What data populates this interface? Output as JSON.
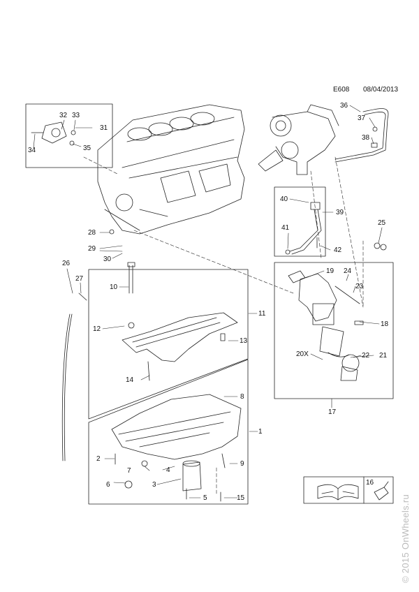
{
  "header": {
    "code": "E608",
    "date": "08/04/2013"
  },
  "callouts": [
    {
      "id": "c1",
      "text": "1"
    },
    {
      "id": "c2",
      "text": "2"
    },
    {
      "id": "c3",
      "text": "3"
    },
    {
      "id": "c4",
      "text": "4"
    },
    {
      "id": "c5",
      "text": "5"
    },
    {
      "id": "c6",
      "text": "6"
    },
    {
      "id": "c7",
      "text": "7"
    },
    {
      "id": "c8",
      "text": "8"
    },
    {
      "id": "c9",
      "text": "9"
    },
    {
      "id": "c10",
      "text": "10"
    },
    {
      "id": "c11",
      "text": "11"
    },
    {
      "id": "c12",
      "text": "12"
    },
    {
      "id": "c13",
      "text": "13"
    },
    {
      "id": "c14",
      "text": "14"
    },
    {
      "id": "c15",
      "text": "15"
    },
    {
      "id": "c16",
      "text": "16"
    },
    {
      "id": "c17",
      "text": "17"
    },
    {
      "id": "c18",
      "text": "18"
    },
    {
      "id": "c19",
      "text": "19"
    },
    {
      "id": "c20x",
      "text": "20X"
    },
    {
      "id": "c21",
      "text": "21"
    },
    {
      "id": "c22",
      "text": "22"
    },
    {
      "id": "c23",
      "text": "23"
    },
    {
      "id": "c24",
      "text": "24"
    },
    {
      "id": "c25",
      "text": "25"
    },
    {
      "id": "c26",
      "text": "26"
    },
    {
      "id": "c27",
      "text": "27"
    },
    {
      "id": "c28",
      "text": "28"
    },
    {
      "id": "c29",
      "text": "29"
    },
    {
      "id": "c30",
      "text": "30"
    },
    {
      "id": "c31",
      "text": "31"
    },
    {
      "id": "c32",
      "text": "32"
    },
    {
      "id": "c33",
      "text": "33"
    },
    {
      "id": "c34",
      "text": "34"
    },
    {
      "id": "c35",
      "text": "35"
    },
    {
      "id": "c36",
      "text": "36"
    },
    {
      "id": "c37",
      "text": "37"
    },
    {
      "id": "c38",
      "text": "38"
    },
    {
      "id": "c39",
      "text": "39"
    },
    {
      "id": "c40",
      "text": "40"
    },
    {
      "id": "c41",
      "text": "41"
    },
    {
      "id": "c42",
      "text": "42"
    }
  ],
  "watermark": "© 2015 OnWheels.ru"
}
